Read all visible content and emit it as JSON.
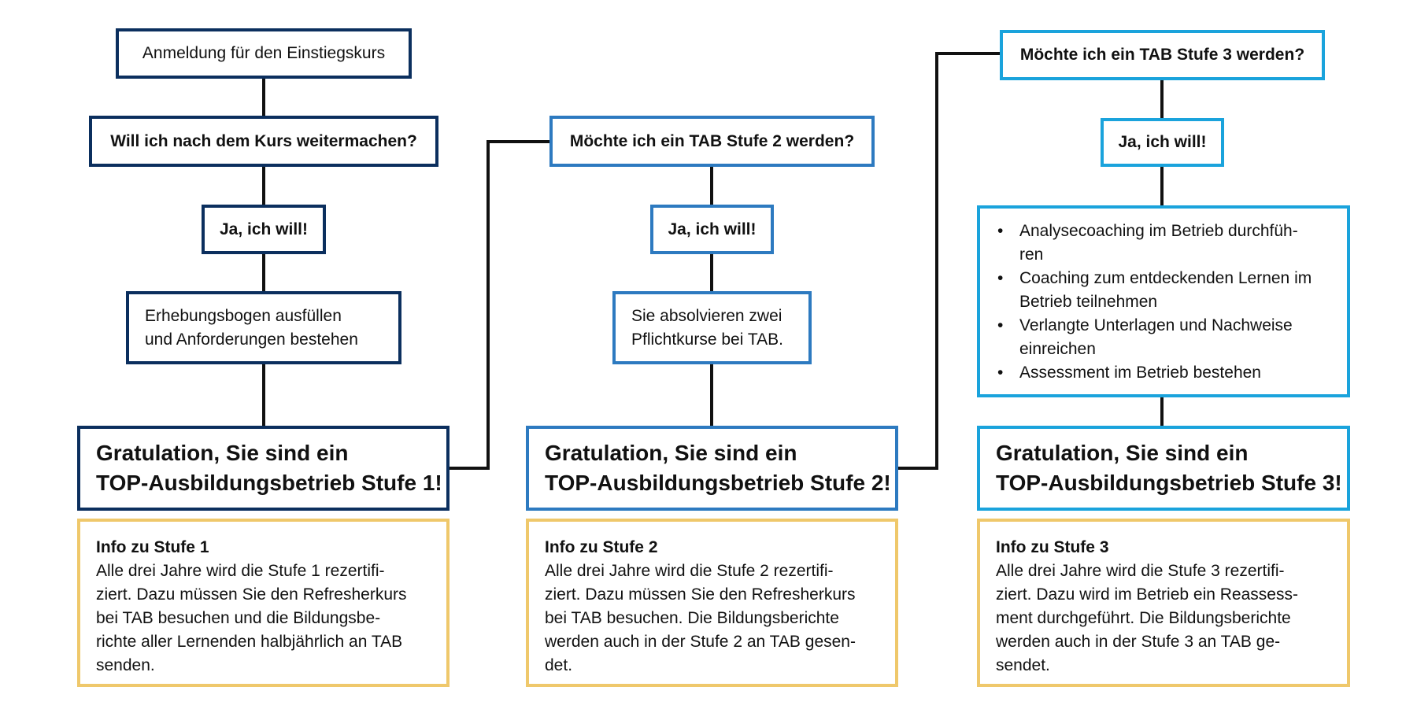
{
  "colors": {
    "stage1": "#0b2f5e",
    "stage2": "#2d7ac0",
    "stage3": "#1aa3dc",
    "info": "#efc86b",
    "connector": "#111111"
  },
  "stage1": {
    "register": "Anmeldung für den Einstiegskurs",
    "question": "Will ich nach dem Kurs weitermachen?",
    "answer": "Ja, ich will!",
    "requirement": [
      "Erhebungsbogen ausfüllen",
      "und Anforderungen bestehen"
    ],
    "result": [
      "Gratulation, Sie sind ein",
      "TOP-Ausbildungsbetrieb Stufe 1!"
    ],
    "info_title": "Info zu Stufe 1",
    "info_lines": [
      "Alle drei Jahre wird die Stufe 1 rezertifi-",
      "ziert. Dazu müssen Sie den Refresherkurs",
      "bei TAB besuchen und die Bildungsbe-",
      "richte aller Lernenden halbjährlich an TAB",
      "senden."
    ]
  },
  "stage2": {
    "question": "Möchte ich ein TAB Stufe 2 werden?",
    "answer": "Ja, ich will!",
    "requirement": [
      "Sie absolvieren zwei",
      "Pflichtkurse bei TAB."
    ],
    "result": [
      "Gratulation, Sie sind ein",
      "TOP-Ausbildungsbetrieb Stufe 2!"
    ],
    "info_title": "Info zu Stufe 2",
    "info_lines": [
      "Alle drei Jahre wird die Stufe 2 rezertifi-",
      "ziert. Dazu müssen Sie den Refresherkurs",
      "bei TAB besuchen. Die Bildungsberichte",
      "werden auch in der Stufe 2 an TAB gesen-",
      "det."
    ]
  },
  "stage3": {
    "question": "Möchte ich ein TAB Stufe 3 werden?",
    "answer": "Ja, ich will!",
    "steps": [
      [
        "Analysecoaching im Betrieb durchfüh-",
        "ren"
      ],
      [
        "Coaching zum entdeckenden Lernen im",
        "Betrieb teilnehmen"
      ],
      [
        "Verlangte Unterlagen und Nachweise",
        "einreichen"
      ],
      [
        "Assessment im Betrieb bestehen"
      ]
    ],
    "result": [
      "Gratulation, Sie sind ein",
      "TOP-Ausbildungsbetrieb Stufe 3!"
    ],
    "info_title": "Info zu Stufe 3",
    "info_lines": [
      "Alle drei Jahre wird die Stufe 3 rezertifi-",
      "ziert. Dazu wird im Betrieb ein Reassess-",
      "ment durchgeführt. Die Bildungsberichte",
      "werden auch in der Stufe 3 an TAB ge-",
      "sendet."
    ]
  }
}
